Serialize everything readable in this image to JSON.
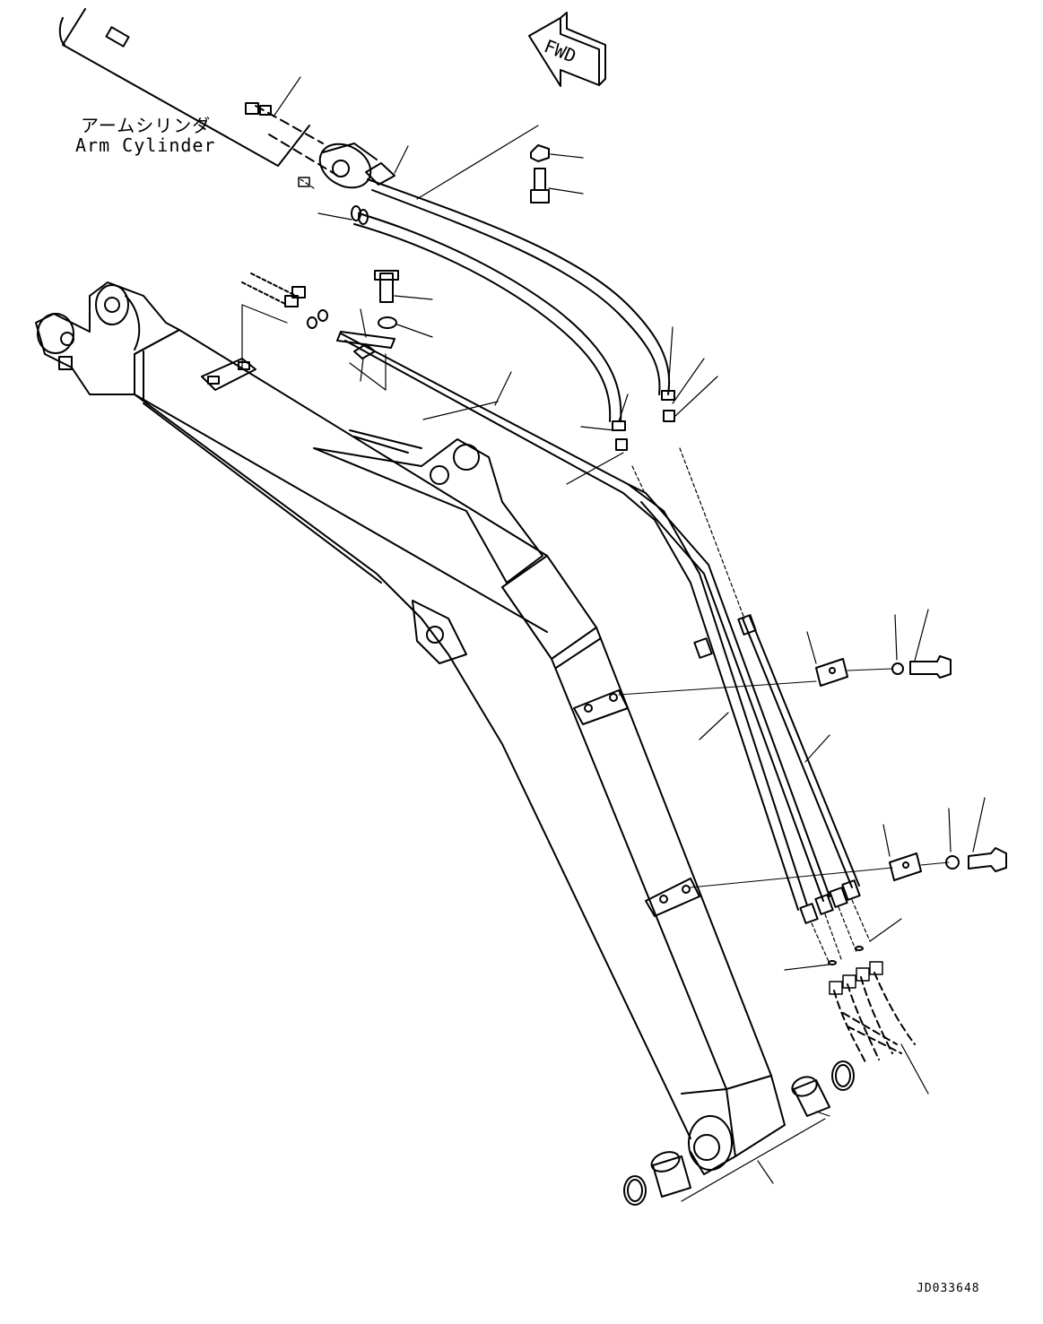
{
  "labels": {
    "arm_cylinder_jp": "アームシリンダ",
    "arm_cylinder_en": "Arm Cylinder",
    "forward_arrow": "FWD",
    "drawing_code": "JD033648"
  },
  "colors": {
    "line": "#000000",
    "background": "#ffffff"
  }
}
